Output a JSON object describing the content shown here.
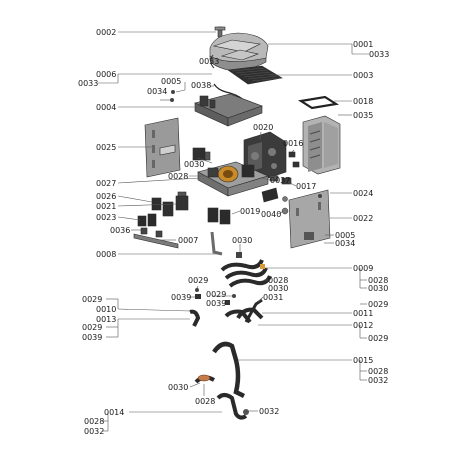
{
  "labels": {
    "p0002": "0002",
    "p0001": "0001",
    "p0033a": "0033",
    "p0033b": "0033",
    "p0006": "0006",
    "p0033c": "0033",
    "p0005a": "0005",
    "p0034a": "0034",
    "p0038": "0038",
    "p0003": "0003",
    "p0004": "0004",
    "p0018": "0018",
    "p0035": "0035",
    "p0020": "0020",
    "p0025": "0025",
    "p0016": "0016",
    "p0030a": "0030",
    "p0027": "0027",
    "p0028a": "0028",
    "p0037": "0037",
    "p0017": "0017",
    "p0024": "0024",
    "p0026": "0026",
    "p0021": "0021",
    "p0019": "0019",
    "p0040": "0040",
    "p0022": "0022",
    "p0023": "0023",
    "p0036": "0036",
    "p0007": "0007",
    "p0005b": "0005",
    "p0034b": "0034",
    "p0008": "0008",
    "p0030b": "0030",
    "p0009": "0009",
    "p0028b": "0028",
    "p0028c": "0028",
    "p0030c": "0030",
    "p0030d": "0030",
    "p0029a": "0029",
    "p0029b": "0029",
    "p0039a": "0039",
    "p0039b": "0039",
    "p0031": "0031",
    "p0029c": "0029",
    "p0029d": "0029",
    "p0010": "0010",
    "p0011": "0011",
    "p0013": "0013",
    "p0029e": "0029",
    "p0039c": "0039",
    "p0012": "0012",
    "p0029f": "0029",
    "p0015": "0015",
    "p0028d": "0028",
    "p0032a": "0032",
    "p0030e": "0030",
    "p0028e": "0028",
    "p0014": "0014",
    "p0032b": "0032",
    "p0028f": "0028",
    "p0032c": "0032"
  }
}
